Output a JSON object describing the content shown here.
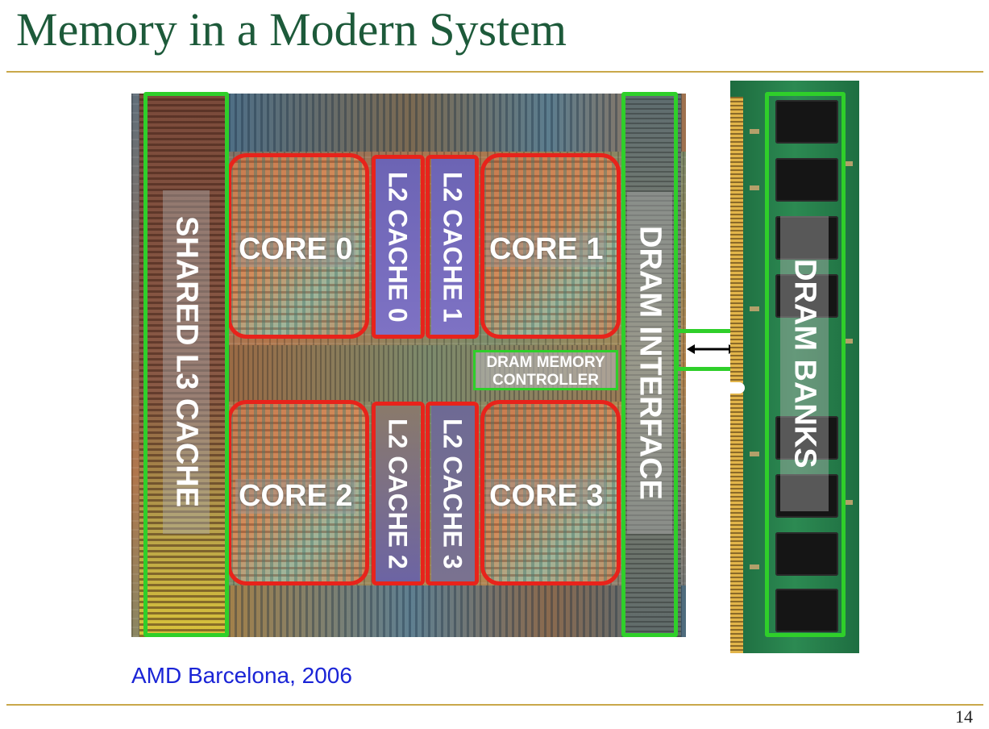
{
  "slide": {
    "title": "Memory in a Modern System",
    "caption": "AMD Barcelona, 2006",
    "page_number": "14"
  },
  "die": {
    "shared_l3": "SHARED L3 CACHE",
    "cores": [
      "CORE 0",
      "CORE 1",
      "CORE 2",
      "CORE 3"
    ],
    "l2_caches": [
      "L2 CACHE 0",
      "L2 CACHE 1",
      "L2 CACHE 2",
      "L2 CACHE 3"
    ],
    "memory_controller": [
      "DRAM MEMORY",
      "CONTROLLER"
    ],
    "dram_interface": "DRAM INTERFACE"
  },
  "dimm": {
    "banks_label": "DRAM BANKS"
  },
  "colors": {
    "title": "#1d5a3a",
    "rule": "#c9a84a",
    "highlight_red": "#e8231b",
    "highlight_green": "#2fcf2a",
    "caption": "#1a24d6"
  },
  "icons": {
    "link": "double-arrow-icon"
  }
}
